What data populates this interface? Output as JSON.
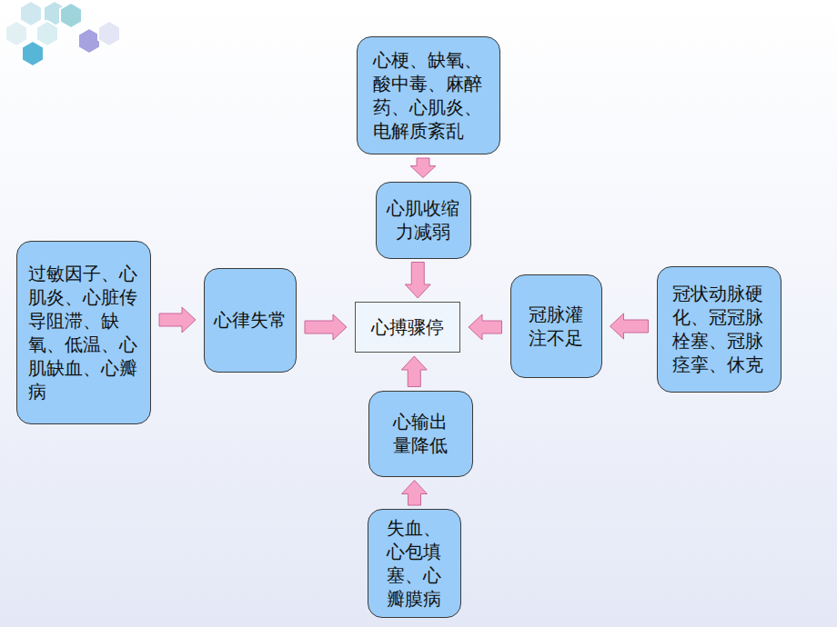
{
  "diagram": {
    "nodes": [
      {
        "text": [
          "心梗、缺氧、酸中毒、麻醉药、心肌炎、电解质紊乱"
        ]
      },
      {
        "text": [
          "心肌收缩力减弱"
        ]
      },
      {
        "text": [
          "过敏因子、心肌炎、心脏传导阻滞、缺氧、低温、心肌缺血、心瓣病"
        ]
      },
      {
        "text": [
          "心律失常"
        ]
      },
      {
        "text": [
          "心搏骤停"
        ]
      },
      {
        "text": [
          "冠脉灌注不足"
        ]
      },
      {
        "text": [
          "冠状动脉硬化、冠冠脉栓塞、冠脉痉挛、休克"
        ]
      },
      {
        "text": [
          "心输出量降低"
        ]
      },
      {
        "text": [
          "失血、心包填塞、心瓣膜病"
        ]
      }
    ],
    "edges": [
      {
        "from": 0,
        "to": 1,
        "arrow": "to"
      },
      {
        "from": 1,
        "to": 4,
        "arrow": "to"
      },
      {
        "from": 2,
        "to": 3,
        "arrow": "to"
      },
      {
        "from": 3,
        "to": 4,
        "arrow": "to"
      },
      {
        "from": 6,
        "to": 5,
        "arrow": "to"
      },
      {
        "from": 5,
        "to": 4,
        "arrow": "to"
      },
      {
        "from": 8,
        "to": 7,
        "arrow": "to"
      },
      {
        "from": 7,
        "to": 4,
        "arrow": "to"
      }
    ]
  }
}
